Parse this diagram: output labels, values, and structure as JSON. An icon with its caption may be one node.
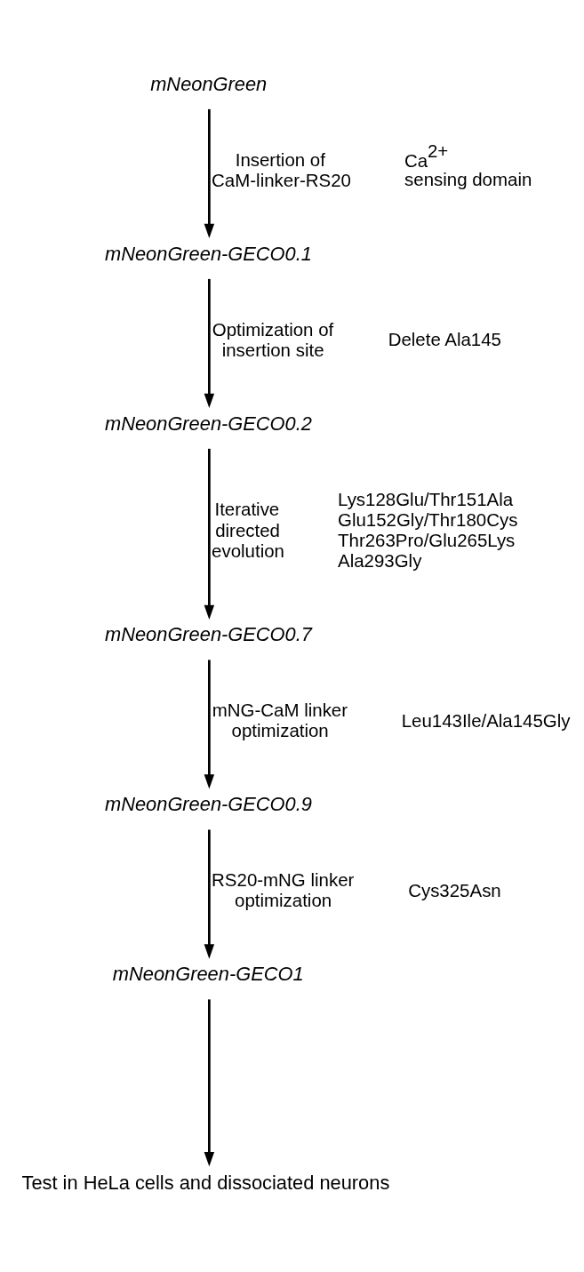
{
  "diagram": {
    "nodes": [
      {
        "text": [
          "mNeonGreen"
        ]
      },
      {
        "text": [
          "mNeonGreen-GECO0.1"
        ]
      },
      {
        "text": [
          "mNeonGreen-GECO0.2"
        ]
      },
      {
        "text": [
          "mNeonGreen-GECO0.7"
        ]
      },
      {
        "text": [
          "mNeonGreen-GECO0.9"
        ]
      },
      {
        "text": [
          "mNeonGreen-GECO1"
        ]
      },
      {
        "text": [
          "Test in HeLa cells and dissociated neurons"
        ]
      }
    ],
    "edges": [
      {
        "from": 0,
        "to": 1,
        "arrow": "to",
        "label": "Insertion of CaM-linker-RS20"
      },
      {
        "from": 1,
        "to": 2,
        "arrow": "to",
        "label": "Optimization of insertion site"
      },
      {
        "from": 2,
        "to": 3,
        "arrow": "to",
        "label": "Iterative directed evolution"
      },
      {
        "from": 3,
        "to": 4,
        "arrow": "to",
        "label": "mNG-CaM linker optimization"
      },
      {
        "from": 4,
        "to": 5,
        "arrow": "to",
        "label": "RS20-mNG linker optimization"
      },
      {
        "from": 5,
        "to": 6,
        "arrow": "to"
      }
    ],
    "labels": [
      "Ca$^{2+}$ sensing domain",
      "Delete Ala145",
      "Lys128Glu/Thr151Ala Glu152Gly/Thr180Cys Thr263Pro/Glu265Lys Ala293Gly",
      "Leu143Ile/Ala145Gly",
      "Cys325Asn"
    ]
  }
}
